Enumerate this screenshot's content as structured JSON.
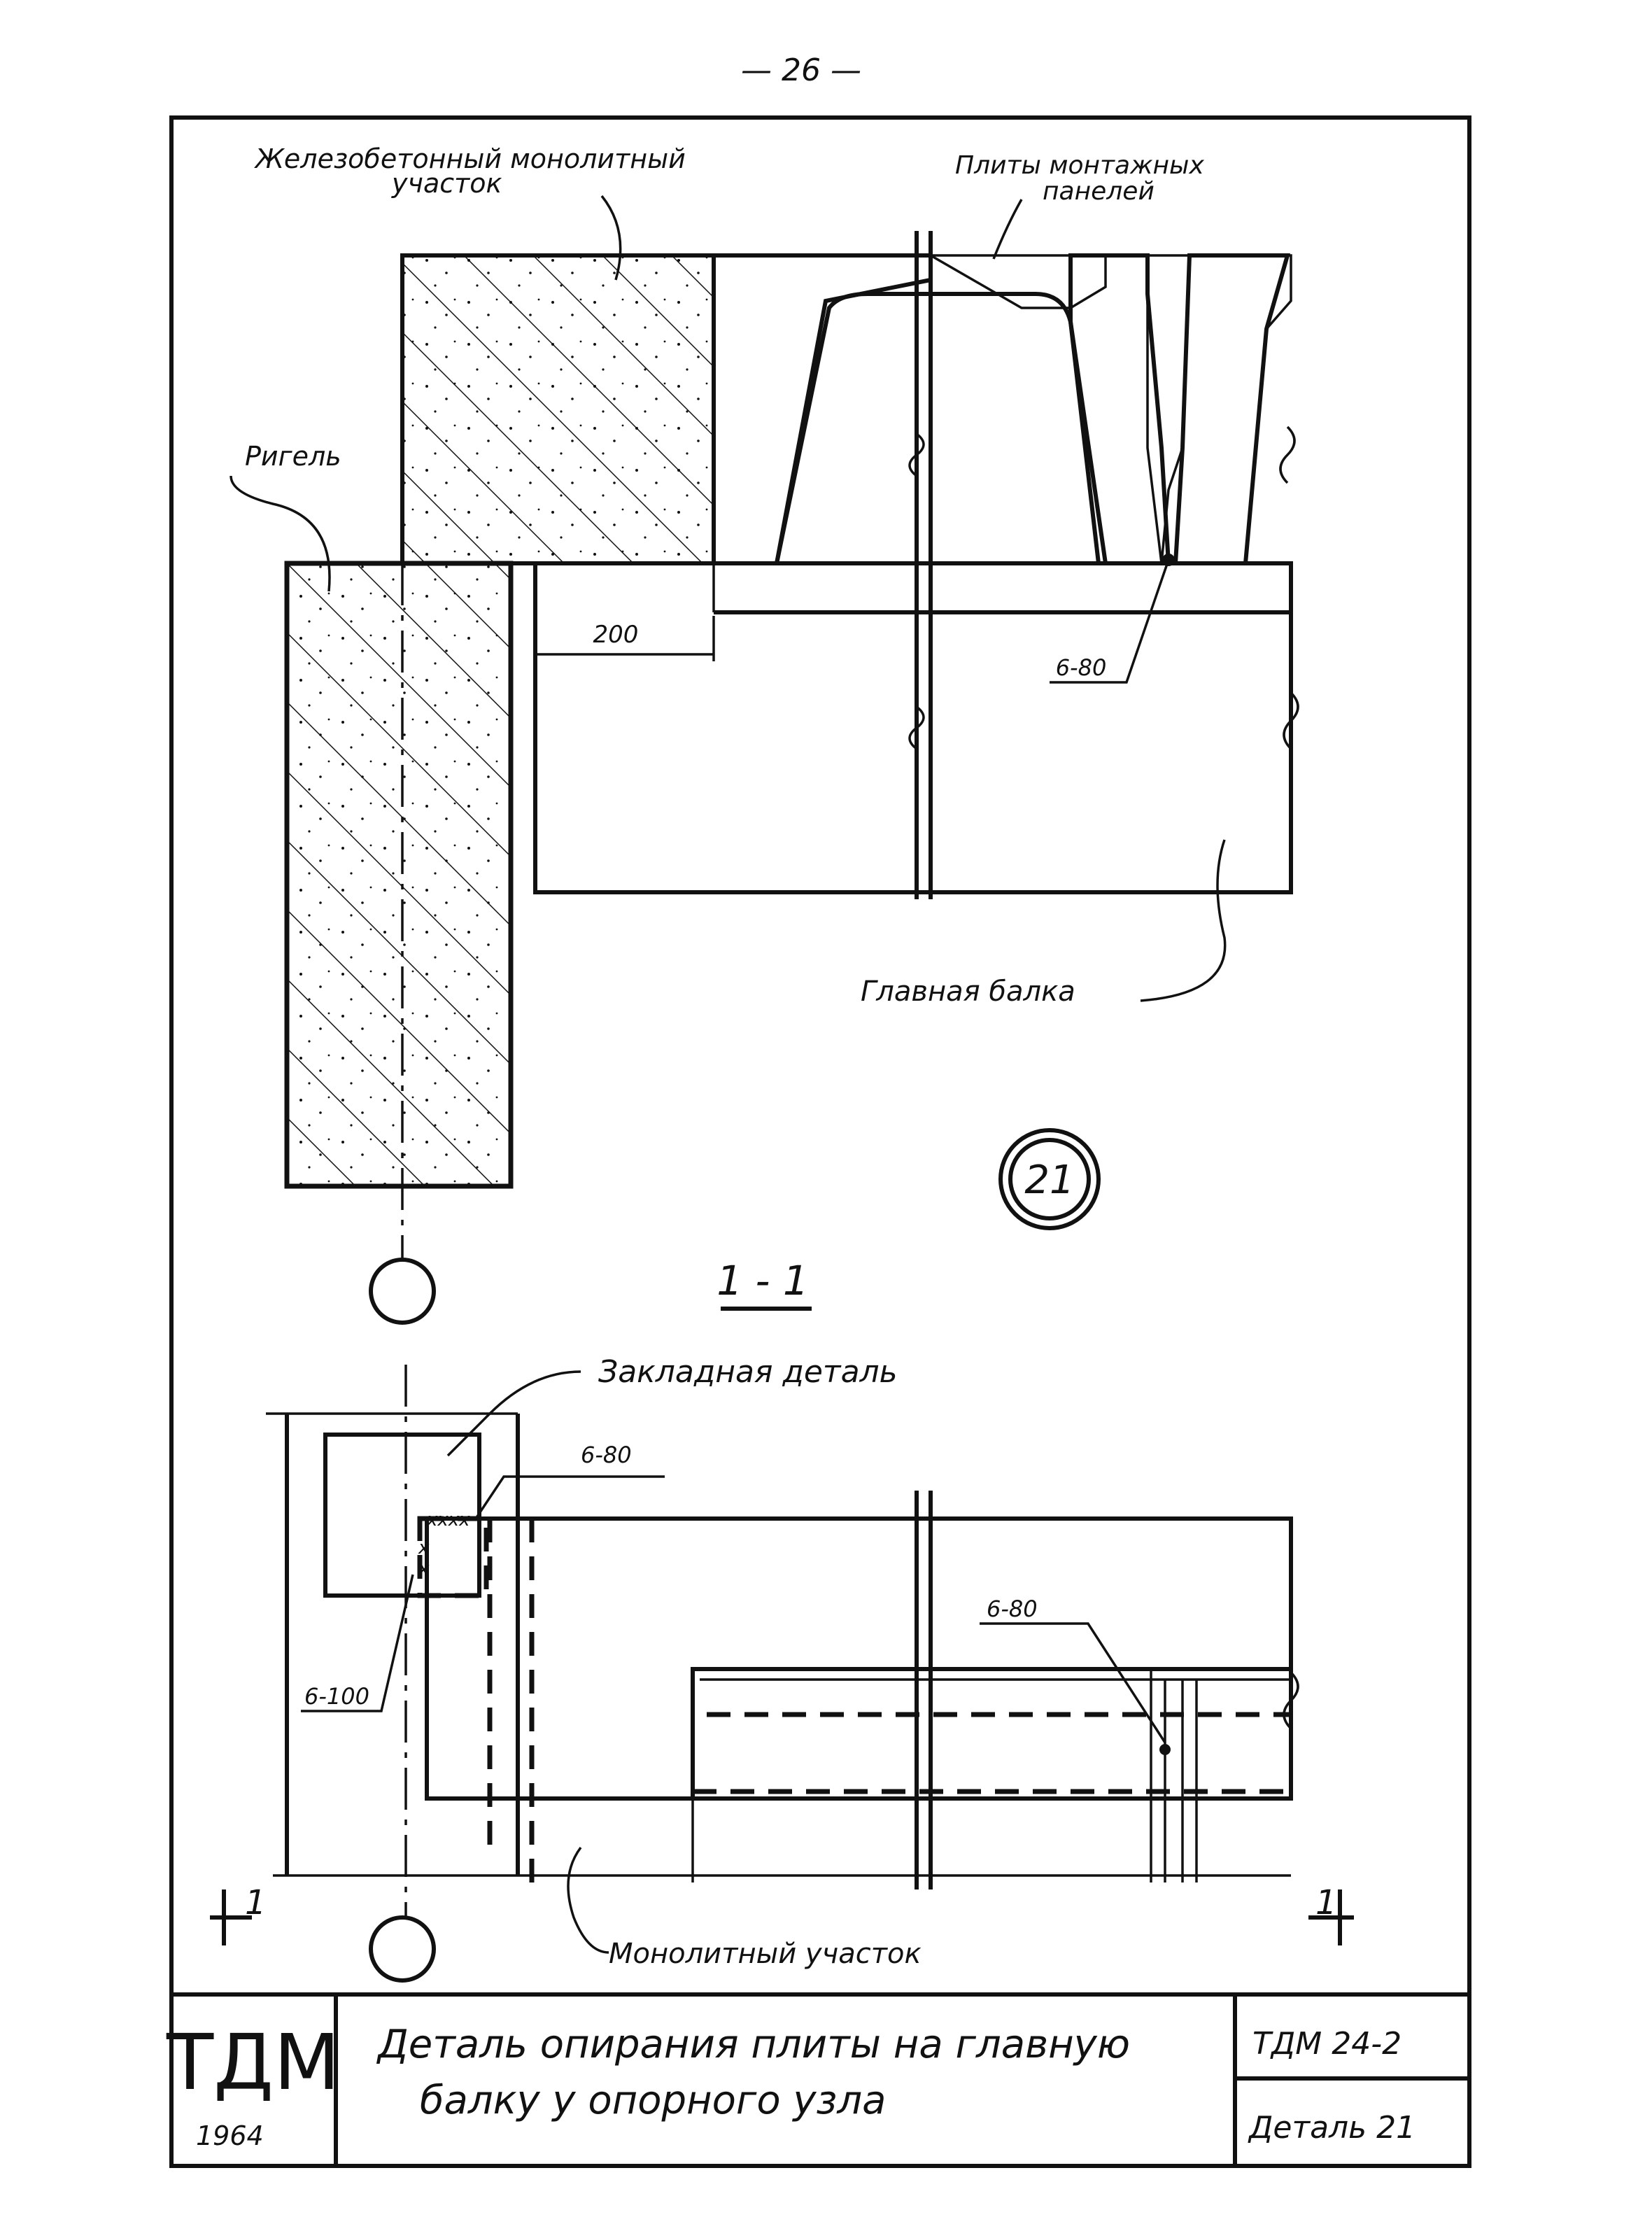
{
  "page_number": "— 26 —",
  "labels": {
    "monolithic_rc_line1": "Железобетонный монолитный",
    "monolithic_rc_line2": "участок",
    "panel_slabs_line1": "Плиты монтажных",
    "panel_slabs_line2": "панелей",
    "rigel": "Ригель",
    "dim_200": "200",
    "weld_top": "6-80",
    "main_beam": "Главная балка",
    "detail_circle": "21",
    "section": "1 - 1",
    "embedded_part": "Закладная деталь",
    "weld_embed": "6-80",
    "weld_side": "6-100",
    "weld_bottom": "6-80",
    "cut_left": "1",
    "cut_right": "1",
    "monolithic_section": "Монолитный участок"
  },
  "title_block": {
    "org": "ТДМ",
    "year": "1964",
    "title_line1": "Деталь опирания плиты на главную",
    "title_line2": "балку у опорного узла",
    "code": "ТДМ 24-2",
    "sheet": "Деталь 21"
  }
}
